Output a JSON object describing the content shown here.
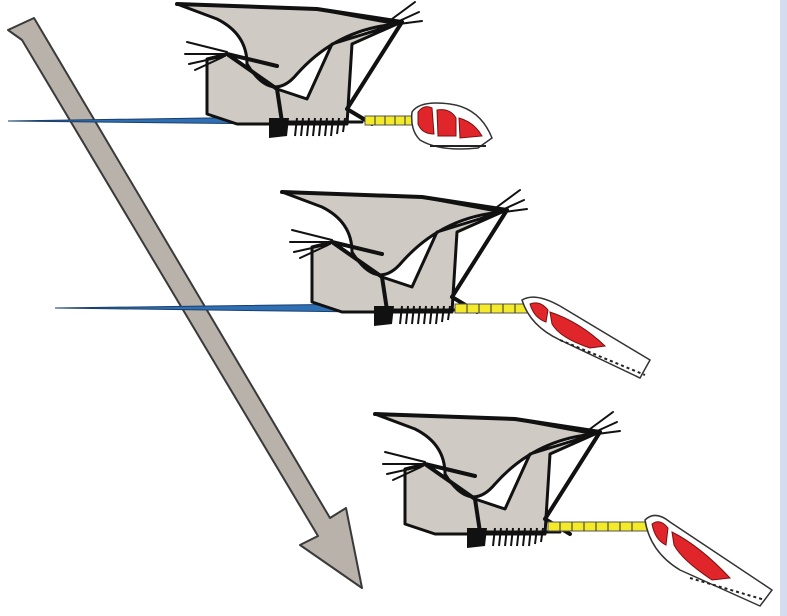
{
  "figure": {
    "arrow_icon": "downward-diagonal-arrow-icon",
    "colors": {
      "background": "#ffffff",
      "border_strip": "#d4dcef",
      "wing_membrane": "#cfcac4",
      "outline": "#111111",
      "tail": "#2f6fb3",
      "neck": "#f2ea2a",
      "skull_fenestrae": "#e0262b",
      "arrow": "#b8b2aa"
    },
    "stages": [
      {
        "icon": "pterosaur-long-tail-short-neck-icon",
        "tail": "long",
        "neck": "short",
        "skull": "short"
      },
      {
        "icon": "pterosaur-medium-tail-medium-neck-icon",
        "tail": "medium",
        "neck": "medium",
        "skull": "elongated"
      },
      {
        "icon": "pterosaur-short-tail-long-neck-icon",
        "tail": "short",
        "neck": "long",
        "skull": "long"
      }
    ]
  }
}
